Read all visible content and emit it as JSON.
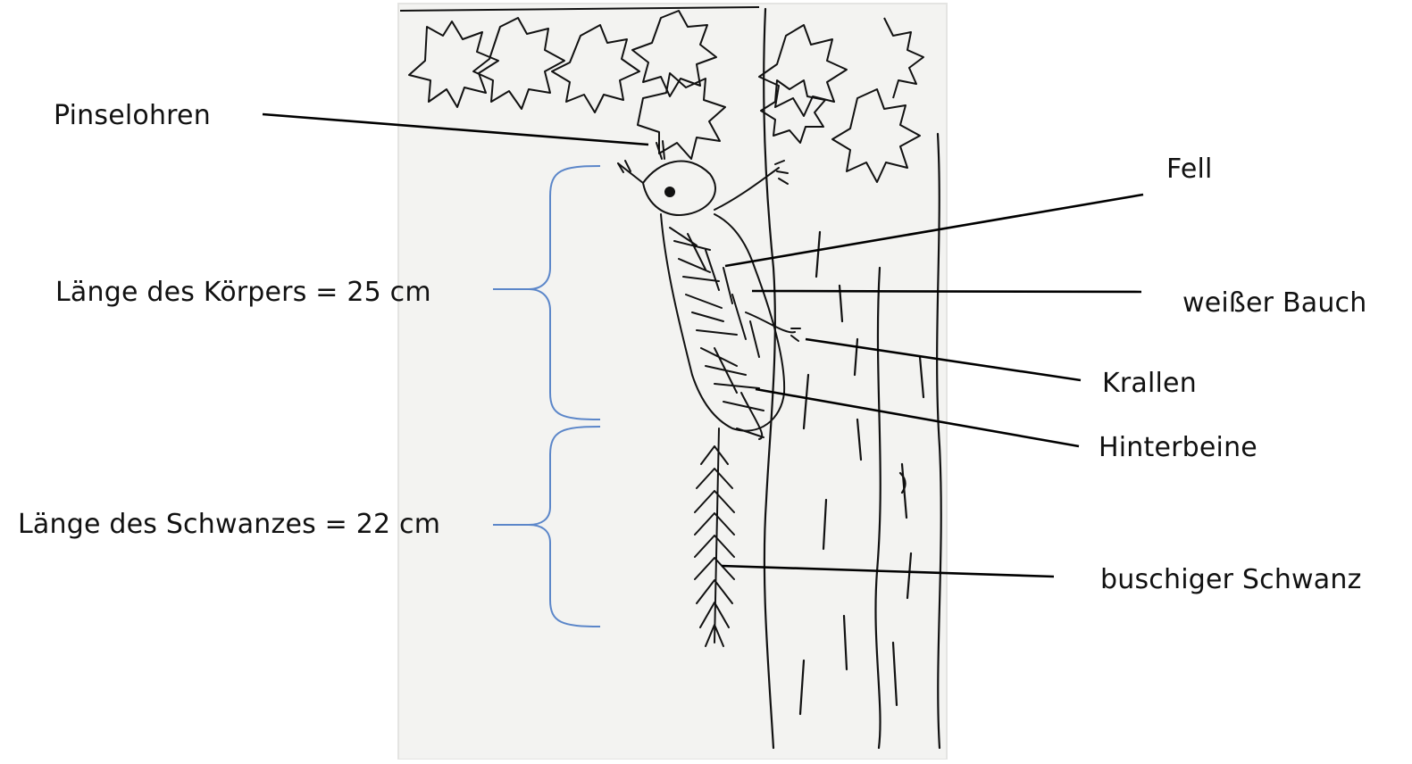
{
  "labels": {
    "ears": "Pinselohren",
    "body_length": "Länge des Körpers = 25 cm",
    "tail_length": "Länge des Schwanzes = 22 cm",
    "fur": "Fell",
    "belly": "weißer Bauch",
    "claws": "Krallen",
    "hind_legs": "Hinterbeine",
    "tail": "buschiger Schwanz"
  },
  "colors": {
    "paper": "#f3f3f1",
    "ink": "#111111",
    "bracket": "#5b86c9",
    "leader": "#000000"
  }
}
